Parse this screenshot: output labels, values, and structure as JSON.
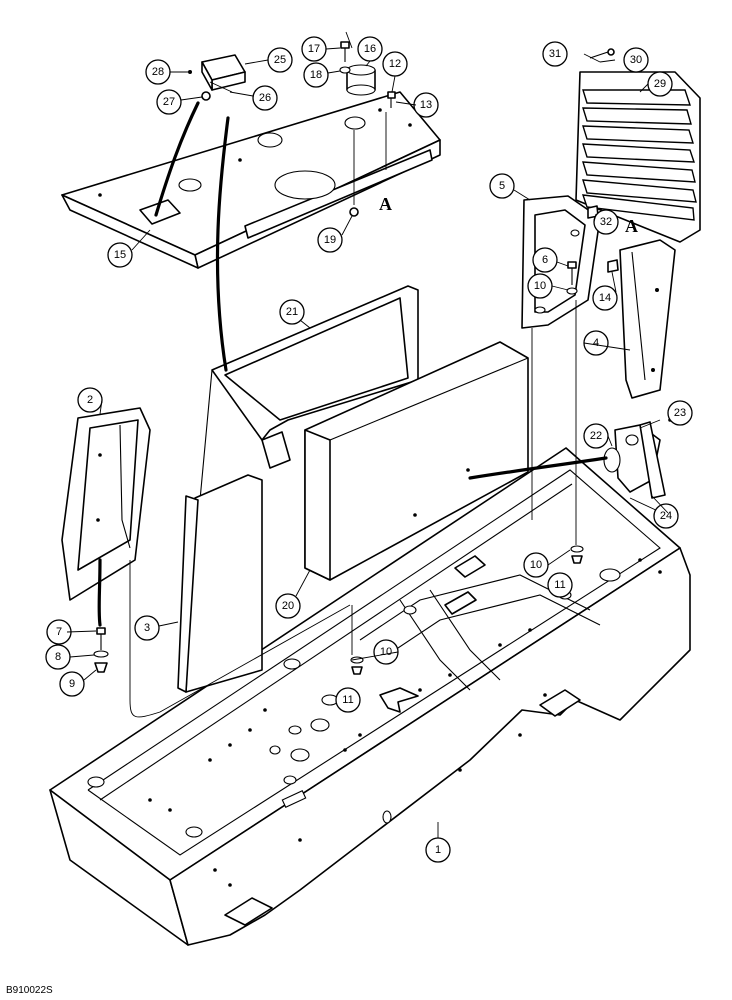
{
  "figure": {
    "code": "B910022S",
    "reference_mark": "A"
  },
  "callouts": [
    "1",
    "2",
    "3",
    "4",
    "5",
    "6",
    "7",
    "8",
    "9",
    "10",
    "10",
    "10",
    "11",
    "11",
    "11",
    "12",
    "13",
    "14",
    "15",
    "16",
    "17",
    "18",
    "19",
    "20",
    "21",
    "22",
    "23",
    "24",
    "25",
    "26",
    "27",
    "28",
    "29",
    "30",
    "31",
    "32"
  ],
  "colors": {
    "line": "#000000",
    "paper": "#ffffff"
  }
}
